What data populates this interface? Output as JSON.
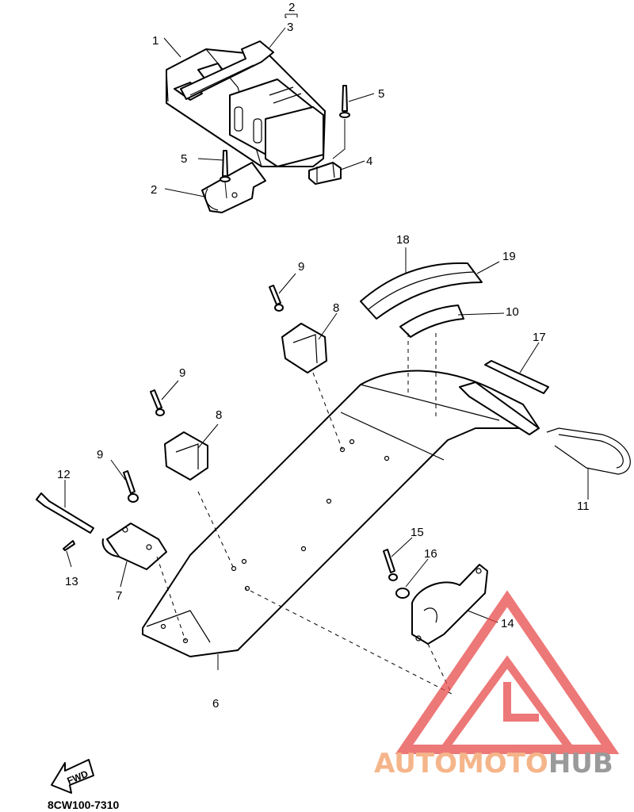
{
  "callouts": {
    "c1": "1",
    "c2a": "2",
    "c3": "3",
    "c2b": "2",
    "c4": "4",
    "c5a": "5",
    "c5b": "5",
    "c6": "6",
    "c7": "7",
    "c8a": "8",
    "c8b": "8",
    "c9a": "9",
    "c9b": "9",
    "c9c": "9",
    "c10": "10",
    "c11": "11",
    "c12": "12",
    "c13": "13",
    "c14": "14",
    "c15": "15",
    "c16": "16",
    "c17": "17",
    "c18": "18",
    "c19": "19"
  },
  "fwd_label": "FWD",
  "diagram_code": "8CW100-7310",
  "watermark": {
    "part1": "AUTOMOTO",
    "part2": "HUB",
    "color1": "#f5b58a",
    "color2": "#9a9a9a",
    "logo_color": "#e84b4b"
  }
}
